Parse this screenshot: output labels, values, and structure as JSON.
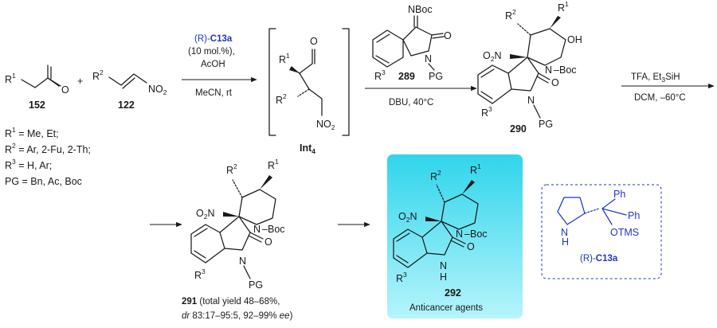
{
  "compounds": {
    "c152": "152",
    "c122": "122",
    "int4": "Int",
    "int4_sub": "4",
    "c289": "289",
    "c290": "290",
    "c291": "291",
    "c292": "292"
  },
  "atoms": {
    "R": "R",
    "one": "1",
    "two": "2",
    "three": "3",
    "O": "O",
    "NO": "NO",
    "NO_sub": "2",
    "O2N": "O",
    "O2N_sub": "2",
    "O2N_tail": "N",
    "N": "N",
    "NH": "H",
    "Boc": "Boc",
    "NBoc": "NBoc",
    "OH": "OH",
    "PG": "PG",
    "H": "H",
    "Ph": "Ph",
    "OTMS": "OTMS"
  },
  "step1": {
    "catalyst_prefix": "(R)-",
    "catalyst": "C13a",
    "loading": "(10 mol.%),",
    "additive": "AcOH",
    "solvent": "MeCN, rt"
  },
  "plus": "+",
  "step2": {
    "conditions": "DBU, 40°C"
  },
  "step3": {
    "reagents_a": "TFA, Et",
    "reagents_sub": "3",
    "reagents_b": "SiH",
    "conditions": "DCM, –60°C"
  },
  "substituents": {
    "r1_a": "R",
    "r1_sup": "1",
    "r1_b": " = Me, Et;",
    "r2_a": "R",
    "r2_sup": "2",
    "r2_b": " = Ar, 2-Fu, 2-Th;",
    "r3_a": "R",
    "r3_sup": "3",
    "r3_b": " = H, Ar;",
    "pg": "PG = Bn, Ac, Boc"
  },
  "yield": {
    "number": "291",
    "text_a": " (total yield 48–68%,",
    "dr_label": "dr",
    "text_b": " 83:17–95:5, 92–99% ",
    "ee_label": "ee",
    "text_c": ")"
  },
  "product_label": "Anticancer agents",
  "catalyst_label": {
    "prefix": "(R)-",
    "name": "C13a"
  },
  "colors": {
    "highlight_top": "#2fd5ec",
    "highlight_bottom": "#a8f2fa",
    "catalyst_blue": "#1f35c8"
  }
}
